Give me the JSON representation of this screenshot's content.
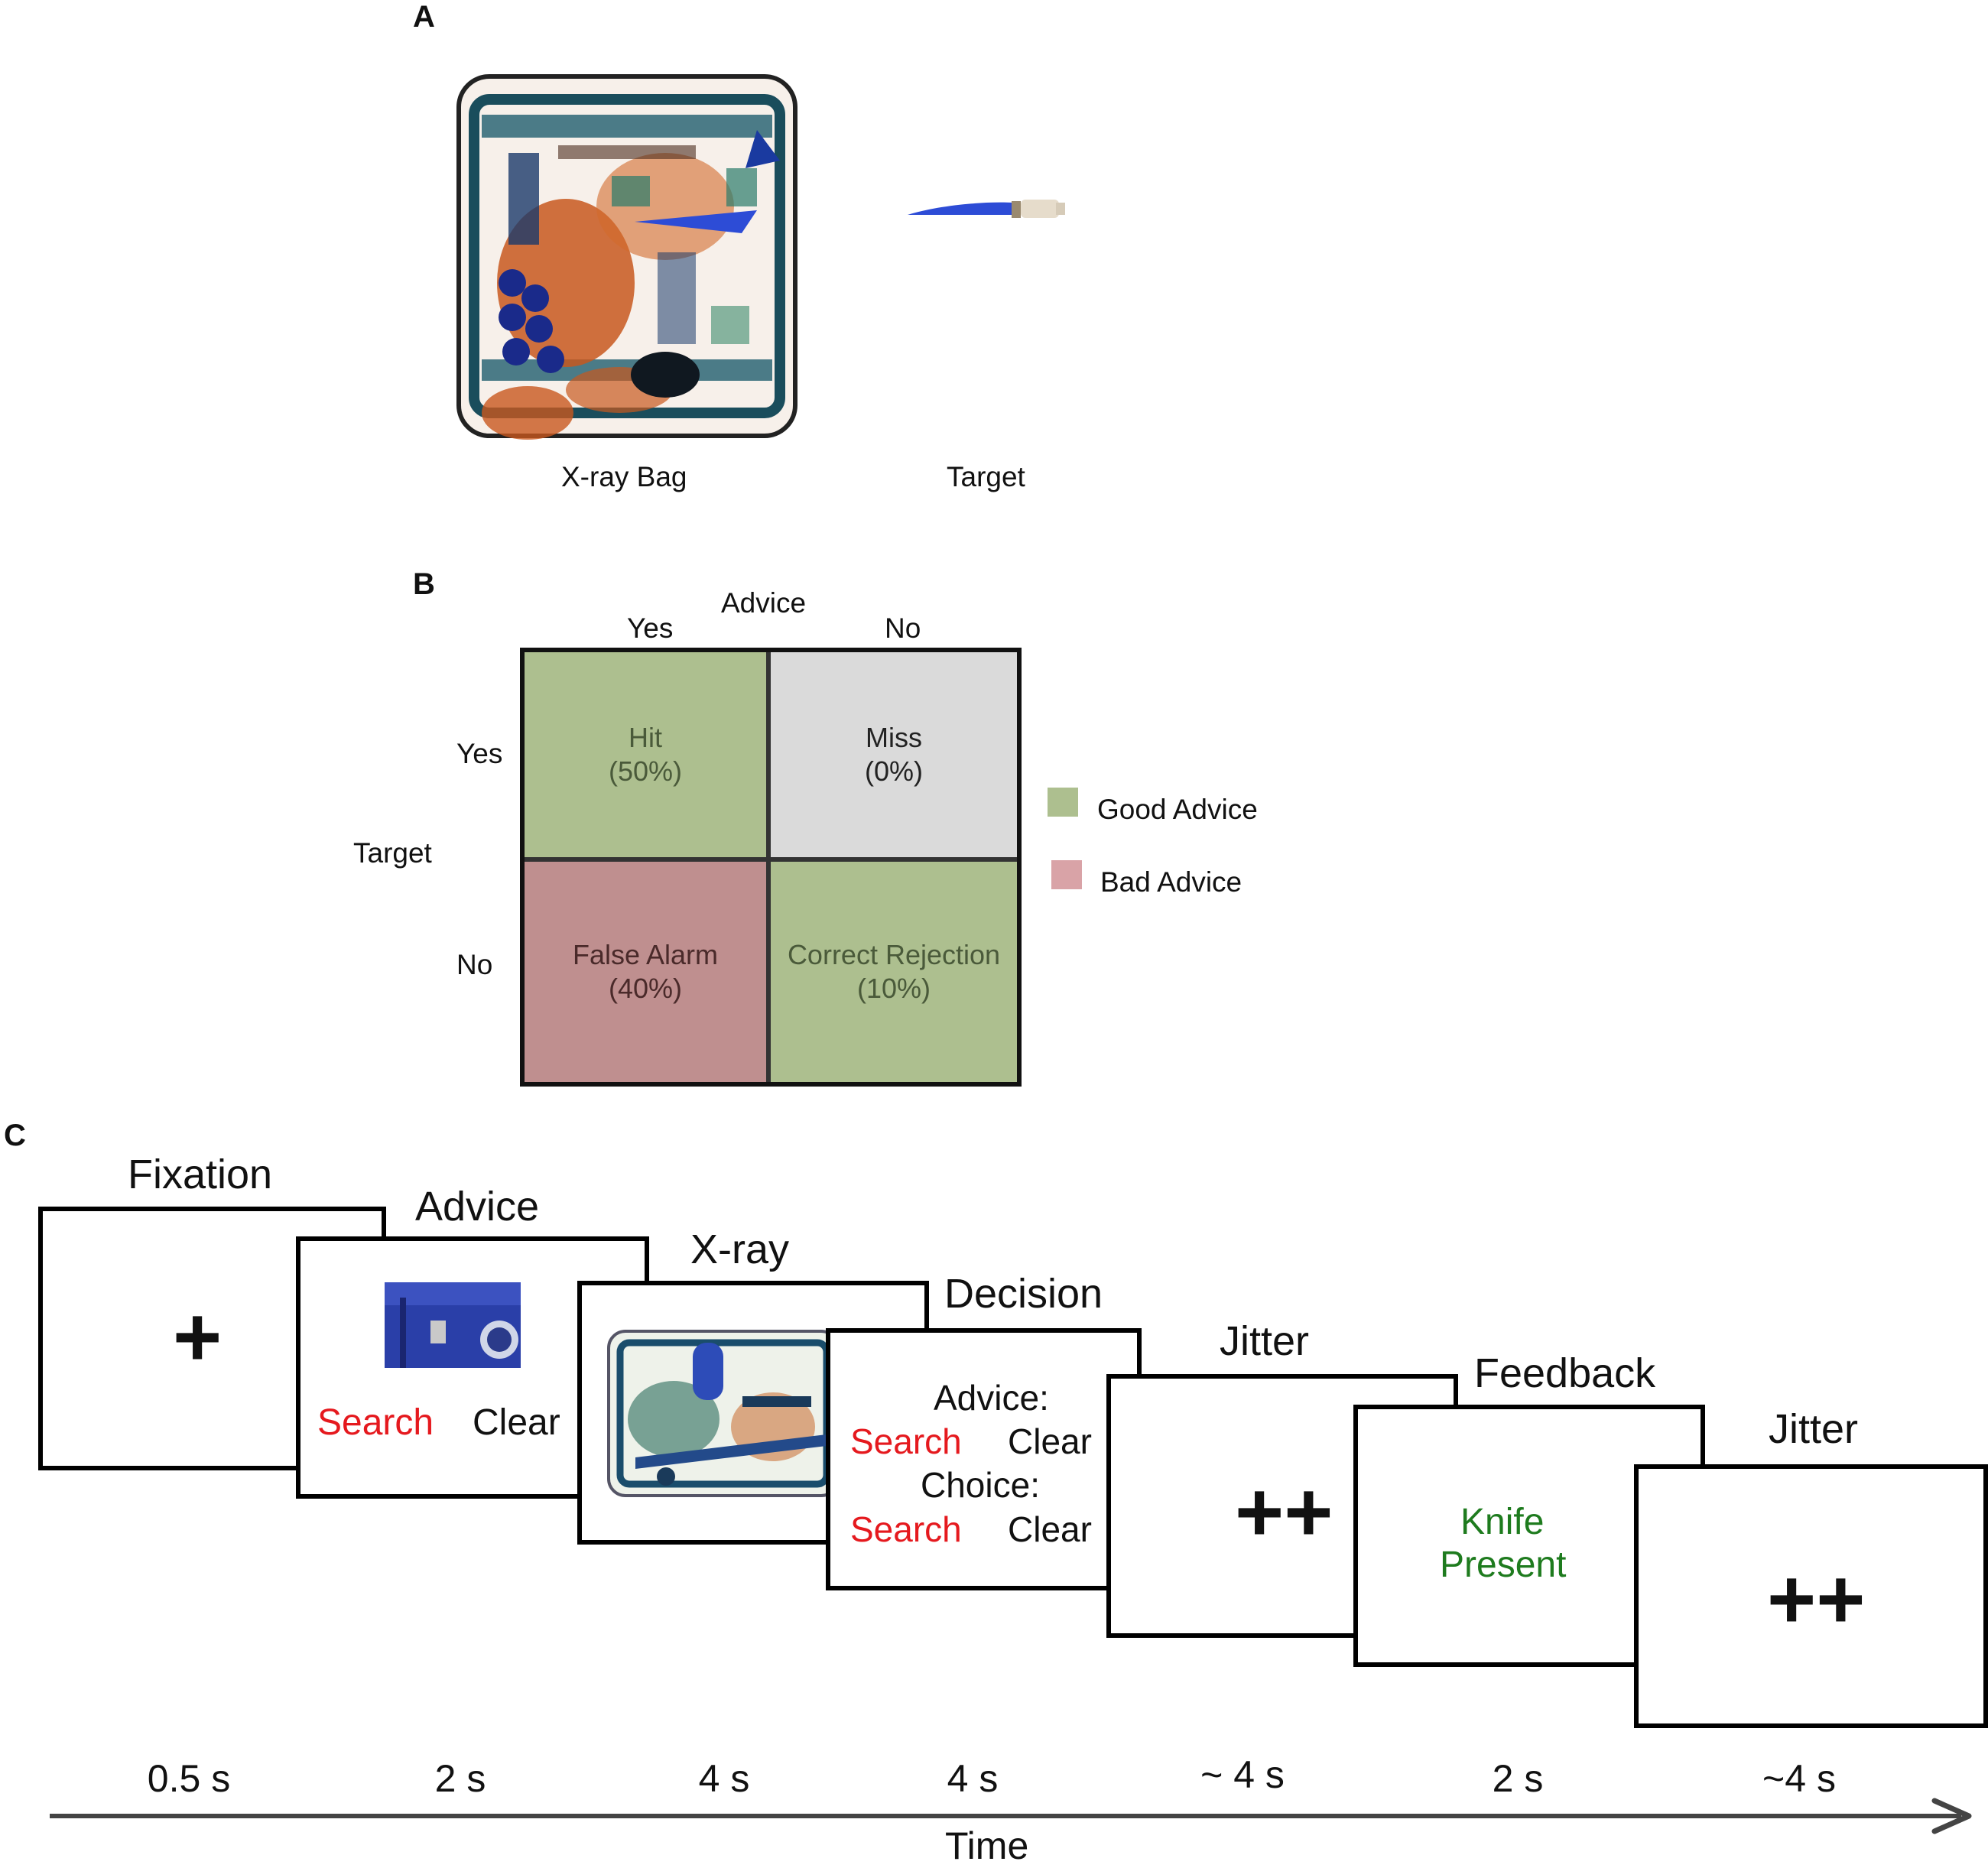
{
  "panels": {
    "a": {
      "letter": "A",
      "bag_label": "X-ray Bag",
      "target_label": "Target"
    },
    "b": {
      "letter": "B",
      "advice_header": "Advice",
      "advice_yes": "Yes",
      "advice_no": "No",
      "target_header": "Target",
      "target_yes": "Yes",
      "target_no": "No",
      "cells": {
        "hit": {
          "label": "Hit",
          "pct": "(50%)"
        },
        "miss": {
          "label": "Miss",
          "pct": "(0%)"
        },
        "false_alarm": {
          "label": "False Alarm",
          "pct": "(40%)"
        },
        "correct_rejection": {
          "label": "Correct Rejection",
          "pct": "(10%)"
        }
      },
      "legend": {
        "good": "Good Advice",
        "bad": "Bad Advice"
      },
      "colors": {
        "good": "#adbf8f",
        "bad": "#bf8f8f",
        "neutral": "#dadada"
      }
    },
    "c": {
      "letter": "C",
      "frames": {
        "fixation": {
          "title": "Fixation",
          "symbol": "+"
        },
        "advice": {
          "title": "Advice",
          "search": "Search",
          "clear": "Clear"
        },
        "xray": {
          "title": "X-ray"
        },
        "decision": {
          "title": "Decision",
          "advice_label": "Advice:",
          "choice_label": "Choice:",
          "search": "Search",
          "clear": "Clear"
        },
        "jitter1": {
          "title": "Jitter",
          "symbol": "++"
        },
        "feedback": {
          "title": "Feedback",
          "line1": "Knife",
          "line2": "Present"
        },
        "jitter2": {
          "title": "Jitter",
          "symbol": "++"
        }
      },
      "durations": [
        "0.5 s",
        "2 s",
        "4 s",
        "4 s",
        "~ 4 s",
        "2 s",
        "~4 s"
      ],
      "axis_label": "Time"
    }
  }
}
